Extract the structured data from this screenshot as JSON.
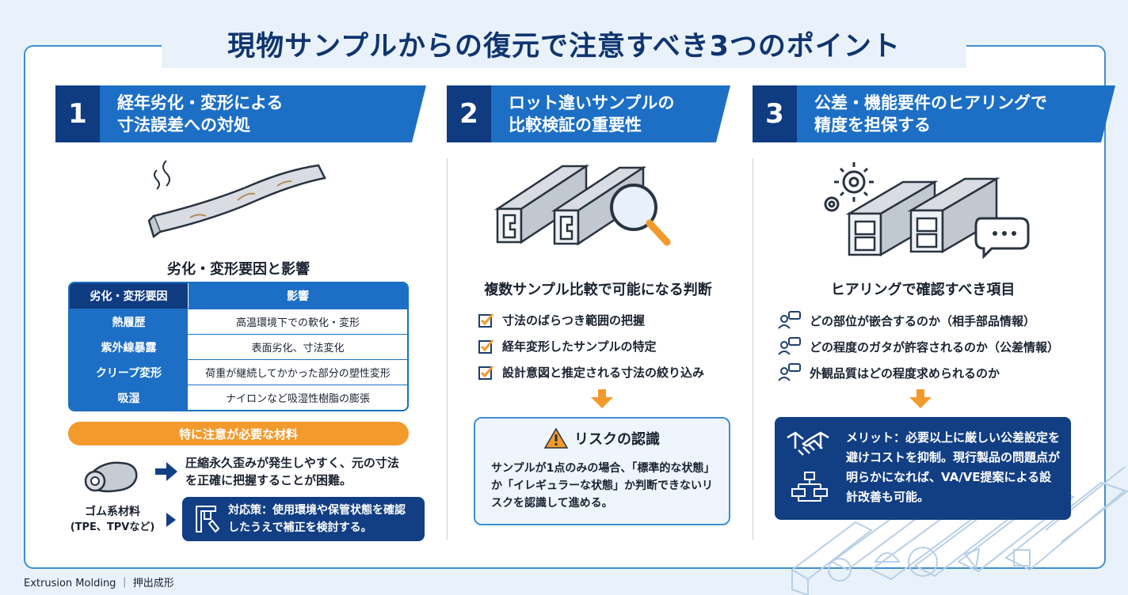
{
  "title": "現物サンプルからの復元で注意すべき3つのポイント",
  "footer": "Extrusion Molding ｜ 押出成形",
  "col1": {
    "num": "1",
    "heading": "経年劣化・変形による\n寸法誤差への対処",
    "subhead": "劣化・変形要因と影響",
    "table": {
      "header": [
        "劣化・変形要因",
        "影響"
      ],
      "rows": [
        [
          "熱履歴",
          "高温環境下での軟化・変形"
        ],
        [
          "紫外線暴露",
          "表面劣化、寸法変化"
        ],
        [
          "クリープ変形",
          "荷重が継続してかかった部分の塑性変形"
        ],
        [
          "吸湿",
          "ナイロンなど吸湿性樹脂の膨張"
        ]
      ]
    },
    "pill": "特に注意が必要な材料",
    "material_name": "ゴム系材料",
    "material_sub": "(TPE、TPVなど)",
    "note": "圧縮永久歪みが発生しやすく、元の寸法\nを正確に把握することが困難。",
    "countermeasure": "対応策：使用環境や保管状態を確認\nしたうえで補正を検討する。"
  },
  "col2": {
    "num": "2",
    "heading": "ロット違いサンプルの\n比較検証の重要性",
    "subhead": "複数サンプル比較で可能になる判断",
    "checks": [
      "寸法のばらつき範囲の把握",
      "経年変形したサンプルの特定",
      "設計意図と推定される寸法の絞り込み"
    ],
    "risk_title": "リスクの認識",
    "risk_body": "サンプルが1点のみの場合、「標準的な状態」か「イレギュラーな状態」か判断できないリスクを認識して進める。"
  },
  "col3": {
    "num": "3",
    "heading": "公差・機能要件のヒアリングで\n精度を担保する",
    "subhead": "ヒアリングで確認すべき項目",
    "items": [
      "どの部位が嵌合するのか（相手部品情報）",
      "どの程度のガタが許容されるのか（公差情報）",
      "外観品質はどの程度求められるのか"
    ],
    "merit": "メリット：必要以上に厳しい公差設定を避けコストを抑制。現行製品の問題点が明らかになれば、VA/VE提案による設計改善も可能。"
  },
  "colors": {
    "navy": "#0f3b80",
    "blue": "#1c6fc5",
    "orange": "#f39a2c",
    "bg": "#e9f2fa"
  }
}
